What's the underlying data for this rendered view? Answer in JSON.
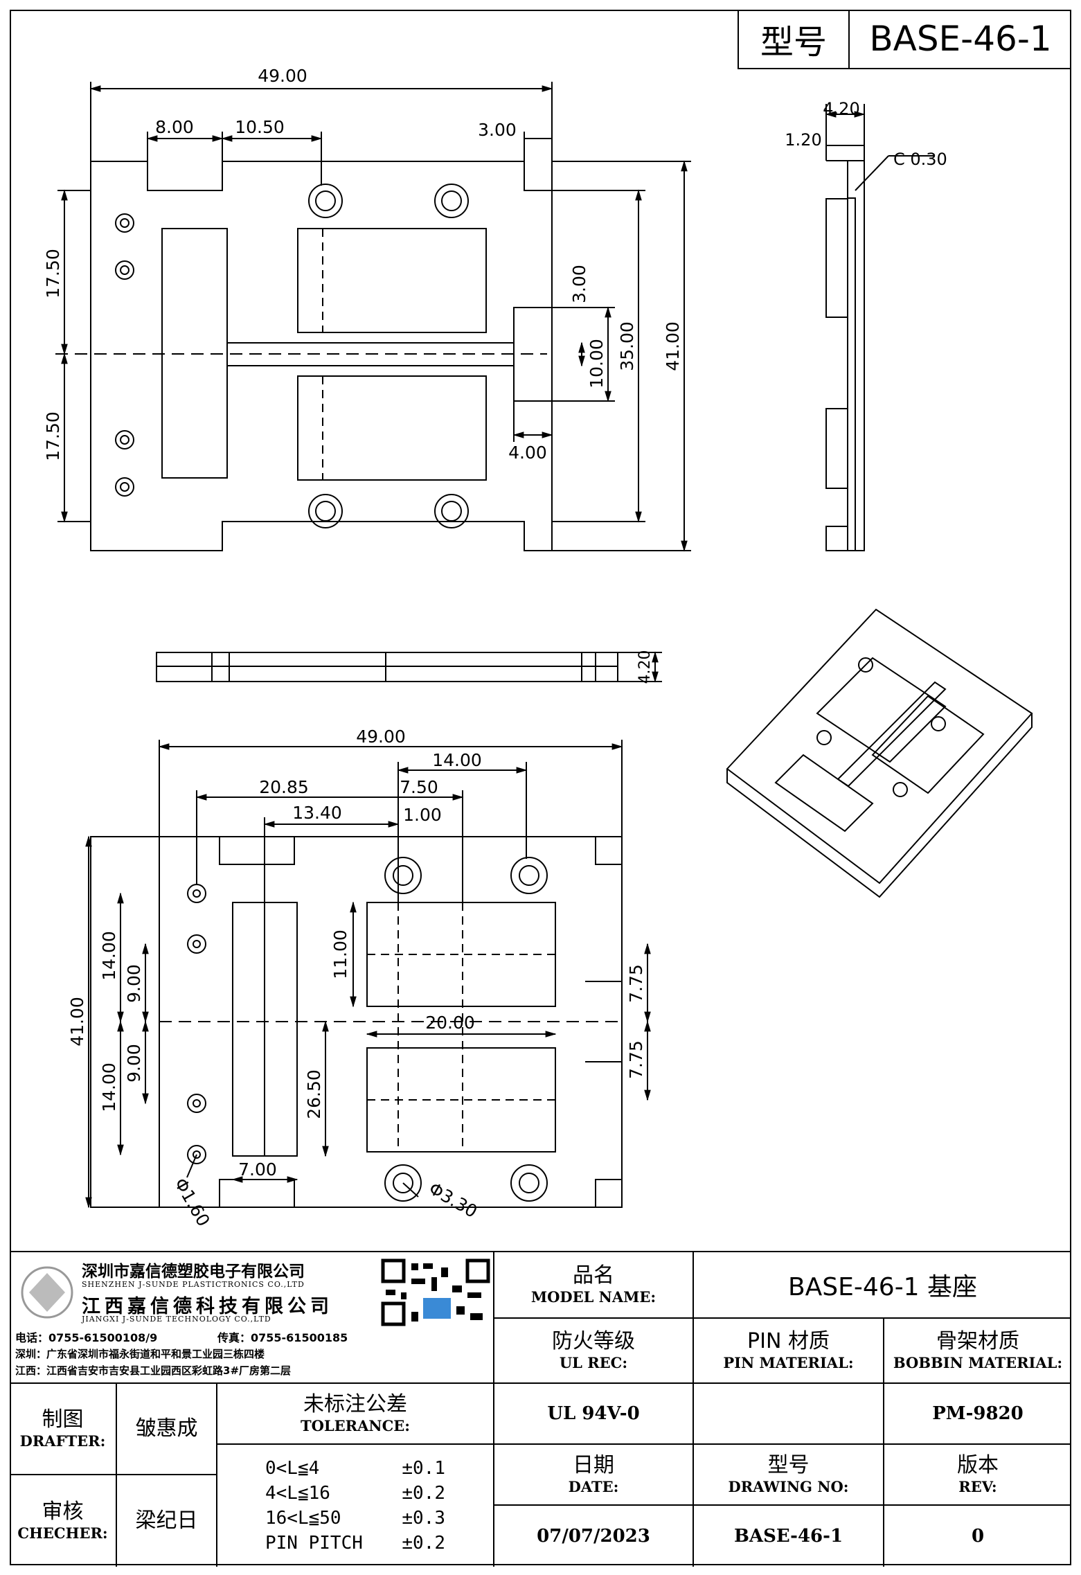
{
  "header": {
    "model_label": "型号",
    "model_value": "BASE-46-1"
  },
  "dims": {
    "top_width": "49.00",
    "d_8": "8.00",
    "d_10_5": "10.50",
    "d_3": "3.00",
    "d_17_5_top": "17.50",
    "d_17_5_bot": "17.50",
    "d_3_right": "3.00",
    "d_10": "10.00",
    "d_35": "35.00",
    "d_41": "41.00",
    "d_4": "4.00",
    "side_4_2": "4.20",
    "side_1_2": "1.20",
    "side_c03": "C 0.30",
    "front_4_2": "4.20",
    "b_49": "49.00",
    "b_14": "14.00",
    "b_20_85": "20.85",
    "b_7_5": "7.50",
    "b_13_4": "13.40",
    "b_1": "1.00",
    "b_11": "11.00",
    "b_14_left": "14.00",
    "b_9_left": "9.00",
    "b_41": "41.00",
    "b_14_left2": "14.00",
    "b_9_left2": "9.00",
    "b_26_5": "26.50",
    "b_20": "20.00",
    "b_7_75_top": "7.75",
    "b_7_75_bot": "7.75",
    "b_7": "7.00",
    "b_phi16": "Φ1.60",
    "b_phi33": "Φ3.30"
  },
  "company": {
    "name_cn_1": "深圳市嘉信德塑胶电子有限公司",
    "name_en_1": "SHENZHEN J-SUNDE PLASTICTRONICS CO.,LTD",
    "name_cn_2": "江西嘉信德科技有限公司",
    "name_en_2": "JIANGXI J-SUNDE TECHNOLOGY CO.,LTD",
    "tel": "电话：0755-61500108/9",
    "fax": "传真：0755-61500185",
    "addr_sz": "深圳：广东省深圳市福永街道和平和景工业园三栋四楼",
    "addr_jx": "江西：江西省吉安市吉安县工业园西区彩虹路3#厂房第二层"
  },
  "table": {
    "product_name_cn": "品名",
    "product_name_en": "MODEL NAME:",
    "product_name_value": "BASE-46-1 基座",
    "ul_cn": "防火等级",
    "ul_en": "UL REC:",
    "pin_cn": "PIN 材质",
    "pin_en": "PIN MATERIAL:",
    "bobbin_cn": "骨架材质",
    "bobbin_en": "BOBBIN MATERIAL:",
    "ul_value": "UL 94V-0",
    "pin_value": "",
    "bobbin_value": "PM-9820",
    "drafter_cn": "制图",
    "drafter_en": "DRAFTER:",
    "drafter_value": "皱惠成",
    "checker_cn": "审核",
    "checker_en": "CHECHER:",
    "checker_value": "梁纪日",
    "tolerance_cn": "未标注公差",
    "tolerance_en": "TOLERANCE:",
    "tol": [
      {
        "range": "0<L≦4",
        "value": "±0.1"
      },
      {
        "range": "4<L≦16",
        "value": "±0.2"
      },
      {
        "range": "16<L≦50",
        "value": "±0.3"
      },
      {
        "range": "PIN PITCH",
        "value": "±0.2"
      }
    ],
    "date_cn": "日期",
    "date_en": "DATE:",
    "drawing_cn": "型号",
    "drawing_en": "DRAWING NO:",
    "rev_cn": "版本",
    "rev_en": "REV:",
    "date_value": "07/07/2023",
    "drawing_value": "BASE-46-1",
    "rev_value": "0"
  }
}
